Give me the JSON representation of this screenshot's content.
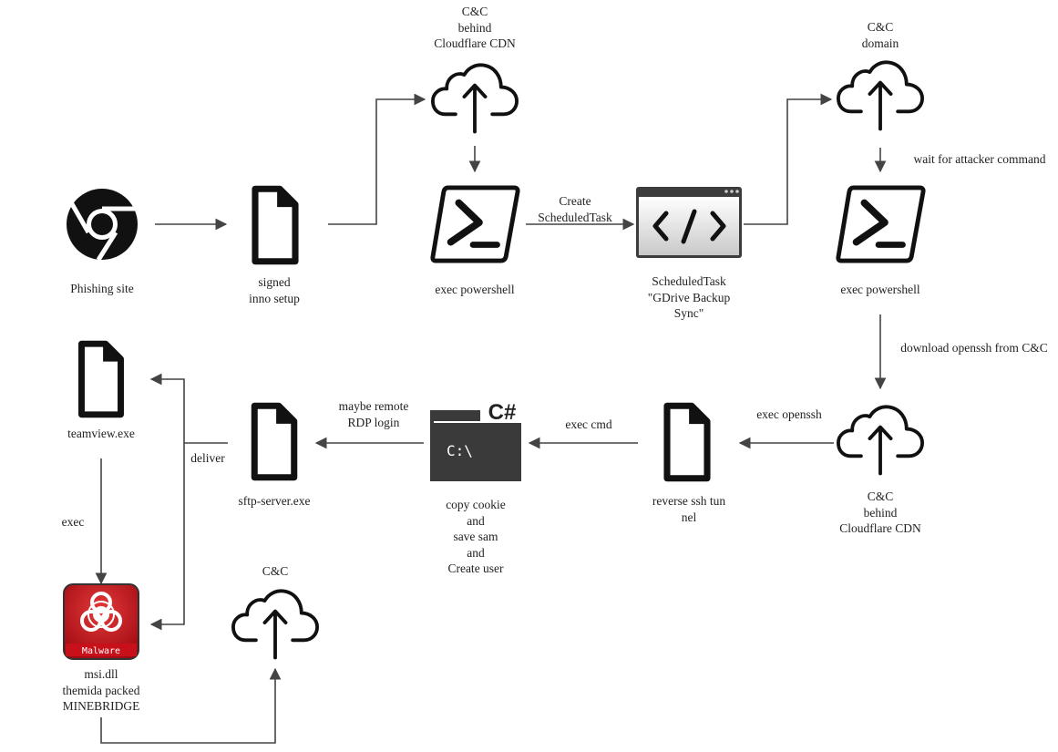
{
  "nodes": {
    "chrome": {
      "label": [
        "Phishing site"
      ]
    },
    "inno": {
      "label": [
        "signed",
        "inno setup"
      ]
    },
    "cc1": {
      "label": [
        "C&C",
        "behind",
        "Cloudflare CDN"
      ]
    },
    "ps1": {
      "label": [
        "exec powershell"
      ]
    },
    "task": {
      "label": [
        "ScheduledTask",
        "\"GDrive Backup",
        "Sync\""
      ]
    },
    "cc2": {
      "label": [
        "C&C",
        "domain"
      ]
    },
    "ps2": {
      "label": [
        "exec powershell"
      ]
    },
    "cc3": {
      "label": [
        "C&C",
        "behind",
        "Cloudflare CDN"
      ]
    },
    "ssh": {
      "label": [
        "reverse ssh tun",
        "nel"
      ]
    },
    "cmd": {
      "label": [
        "copy cookie",
        "and",
        "save sam",
        "and",
        "Create user"
      ],
      "icon_text": "C:\\",
      "badge": "C#"
    },
    "sftp": {
      "label": [
        "sftp-server.exe"
      ]
    },
    "teamview": {
      "label": [
        "teamview.exe"
      ]
    },
    "malware": {
      "label": [
        "msi.dll",
        "themida packed",
        "MINEBRIDGE"
      ],
      "badge": "Malware"
    },
    "cc4": {
      "label": [
        "C&C"
      ]
    }
  },
  "edges": {
    "create_task": [
      "Create",
      "ScheduledTask"
    ],
    "wait_cmd": [
      "wait for attacker command"
    ],
    "download_openssh": [
      "download openssh from C&C"
    ],
    "exec_openssh": [
      "exec openssh"
    ],
    "exec_cmd": [
      "exec cmd"
    ],
    "rdp": [
      "maybe remote",
      "RDP login"
    ],
    "deliver": [
      "deliver"
    ],
    "exec": [
      "exec"
    ]
  },
  "colors": {
    "line": "#444444",
    "icon": "#111111",
    "malware_red": "#c8101a",
    "cmd_bg": "#3a3a3a"
  }
}
